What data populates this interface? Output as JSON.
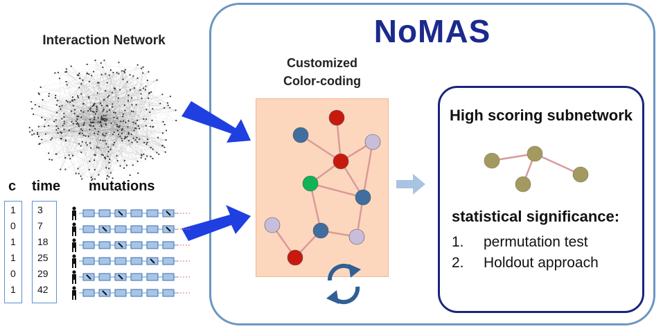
{
  "labels": {
    "interaction_network": "Interaction Network",
    "nomas": "NoMAS",
    "customized_line1": "Customized",
    "customized_line2": "Color-coding",
    "high_scoring": "High scoring subnetwork",
    "statistical": "statistical significance:",
    "col_c": "c",
    "col_time": "time",
    "col_mutations": "mutations"
  },
  "steps": [
    {
      "num": "1.",
      "text": "permutation test"
    },
    {
      "num": "2.",
      "text": "Holdout approach"
    }
  ],
  "patients": [
    {
      "c": "1",
      "time": "3"
    },
    {
      "c": "0",
      "time": "7"
    },
    {
      "c": "1",
      "time": "18"
    },
    {
      "c": "1",
      "time": "25"
    },
    {
      "c": "0",
      "time": "29"
    },
    {
      "c": "1",
      "time": "42"
    }
  ],
  "colors": {
    "frame": "#6b95c4",
    "title": "#1b2a8c",
    "arrow": "#1f3fe0",
    "arrow_light": "#a9c3e3",
    "highlight_box": "#fcd7bd",
    "edge": "#d99a9a",
    "node_red": "#c8190f",
    "node_blue": "#3f6e9f",
    "node_lavender": "#c8bedb",
    "node_green": "#10b457",
    "node_olive": "#a39a61"
  }
}
